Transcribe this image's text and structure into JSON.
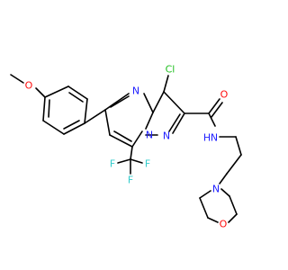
{
  "atoms": {
    "cl": "Cl",
    "n_ring_top": "N",
    "n_ring_a": "N",
    "n_ring_b": "N",
    "carbonyl_o": "O",
    "methoxy_o": "O",
    "amide_n": "N",
    "amide_h": "H",
    "f1": "F",
    "f2": "F",
    "f3": "F",
    "morph_n": "N",
    "morph_o": "O"
  },
  "colors": {
    "bond": "#000000",
    "nitrogen": "#2020ff",
    "oxygen": "#ff0d0d",
    "chlorine": "#1fbf1f",
    "fluorine": "#33cccc"
  }
}
